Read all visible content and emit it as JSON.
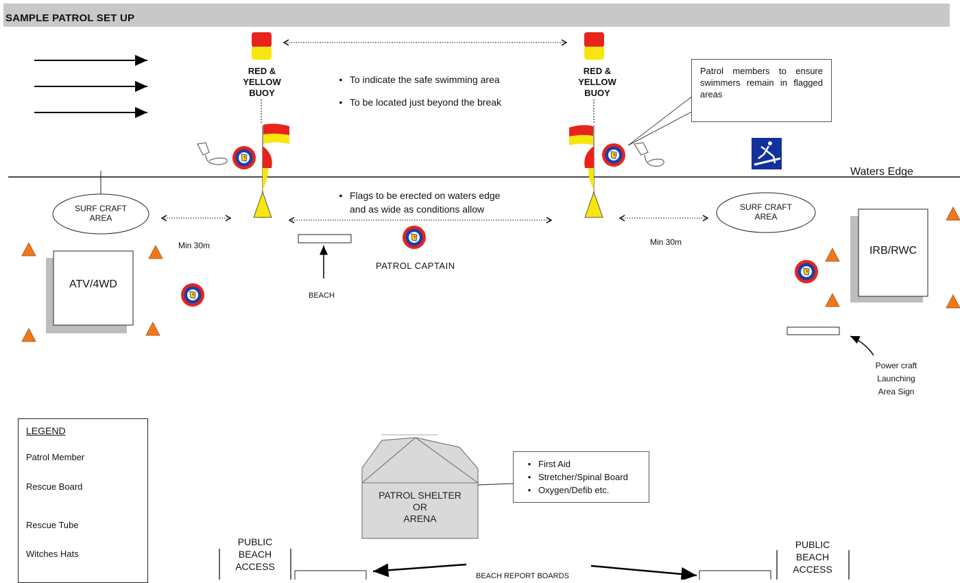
{
  "header": {
    "title": "SAMPLE PATROL SET UP"
  },
  "buoys": [
    {
      "line1": "RED &",
      "line2": "YELLOW",
      "line3": "BUOY"
    },
    {
      "line1": "RED &",
      "line2": "YELLOW",
      "line3": "BUOY"
    }
  ],
  "buoy_notes": [
    "To indicate the safe swimming area",
    "To be located just beyond the break"
  ],
  "callout_patrol": "Patrol members to ensure swimmers remain in flagged areas",
  "waters_edge": "Waters Edge",
  "flags_note_line1": "Flags to be erected on waters edge",
  "flags_note_line2": "and as wide as conditions allow",
  "surfcraft_left": {
    "line1": "SURF CRAFT",
    "line2": "AREA"
  },
  "surfcraft_right": {
    "line1": "SURF CRAFT",
    "line2": "AREA"
  },
  "min_left": "Min 30m",
  "min_right": "Min 30m",
  "patrol_captain": "PATROL CAPTAIN",
  "beach_label": "BEACH",
  "atv_label": "ATV/4WD",
  "irb_label": "IRB/RWC",
  "powercraft": {
    "line1": "Power craft",
    "line2": "Launching",
    "line3": "Area Sign"
  },
  "legend": {
    "title": "LEGEND",
    "items": [
      "Patrol Member",
      "Rescue Board",
      "Rescue Tube",
      "Witches Hats"
    ]
  },
  "shelter": {
    "line1": "PATROL SHELTER",
    "line2": "OR",
    "line3": "ARENA"
  },
  "shelter_items": [
    "First Aid",
    "Stretcher/Spinal Board",
    "Oxygen/Defib etc."
  ],
  "public_left": {
    "line1": "PUBLIC",
    "line2": "BEACH",
    "line3": "ACCESS"
  },
  "public_right": {
    "line1": "PUBLIC",
    "line2": "BEACH",
    "line3": "ACCESS"
  },
  "beach_report": "BEACH REPORT BOARDS",
  "colors": {
    "red": "#e8231c",
    "yellow": "#f7e60e",
    "orange": "#f07818",
    "blue": "#1a3fa8",
    "gray": "#c8c8c8"
  }
}
